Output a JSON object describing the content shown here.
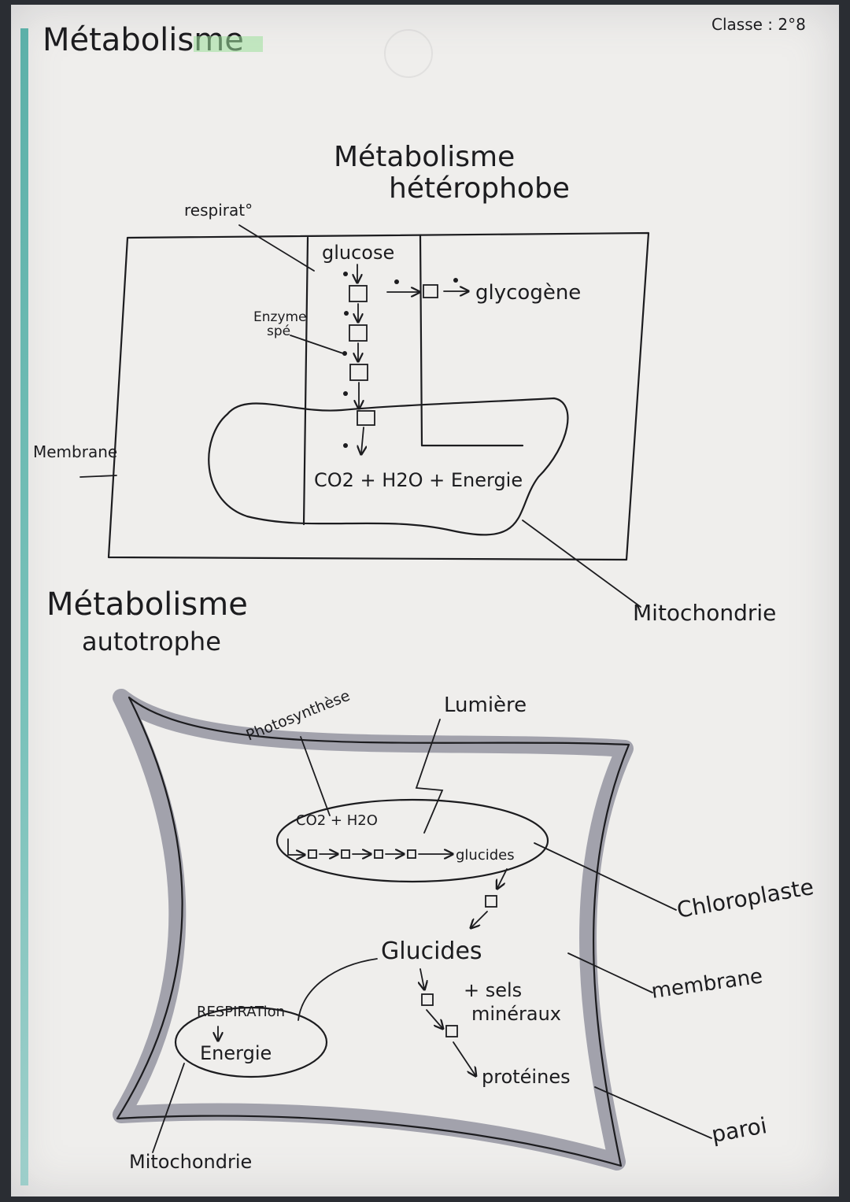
{
  "title": "Métabolisme",
  "class_label": "Classe : 2°8",
  "heterotrophe": {
    "heading_line1": "Métabolisme",
    "heading_line2": "hétérophobe",
    "respiration_label": "respirat°",
    "enzyme_label_line1": "Enzyme",
    "enzyme_label_line2": "spé",
    "glucose": "glucose",
    "glycogene": "glycogène",
    "products": "CO2 + H2O + Energie",
    "membrane_label": "Membrane",
    "mitochondrie_label": "Mitochondrie"
  },
  "autotrophe": {
    "heading_line1": "Métabolisme",
    "heading_line2": "autotrophe",
    "photosynthese_label": "Photosynthèse",
    "lumiere_label": "Lumière",
    "inputs": "CO2 + H2O",
    "glucides_small": "glucides",
    "glucides_big": "Glucides",
    "sels_line1": "+ sels",
    "sels_line2": "minéraux",
    "proteines": "protéines",
    "respiration": "RESPIRATion",
    "energie": "Energie",
    "chloroplaste_label": "Chloroplaste",
    "membrane_label": "membrane",
    "paroi_label": "paroi",
    "mitochondrie_label": "Mitochondrie"
  }
}
